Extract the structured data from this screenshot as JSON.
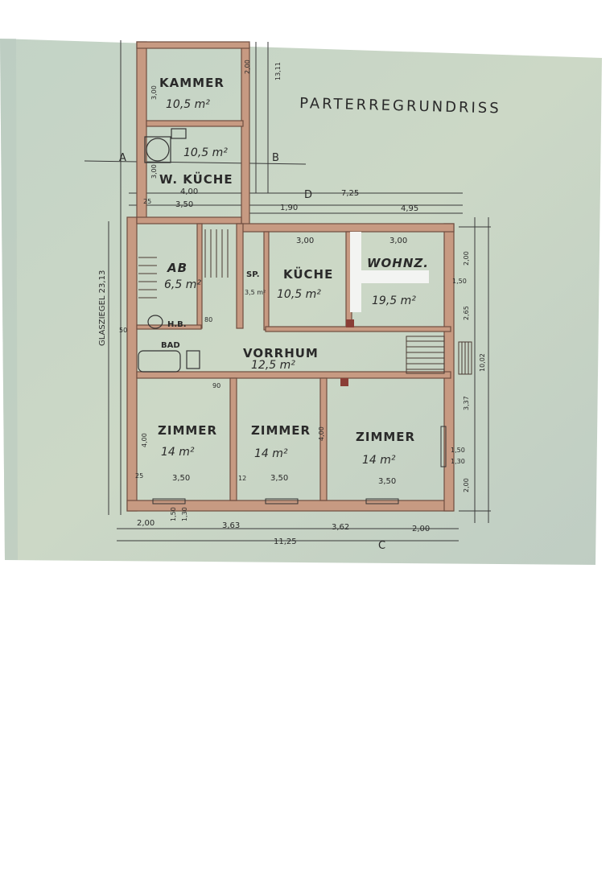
{
  "title": "PARTERREGRUNDRISS",
  "rooms": {
    "kammer": {
      "label": "KAMMER",
      "area": "10,5 m²"
    },
    "wkueche": {
      "label": "W. KÜCHE",
      "area": "10,5 m²"
    },
    "ab": {
      "label": "AB",
      "area": "6,5 m²"
    },
    "hab": {
      "label": "H.B."
    },
    "bad": {
      "label": "BAD"
    },
    "sp": {
      "label": "SP.",
      "area": "3,5 m²"
    },
    "kueche": {
      "label": "KÜCHE",
      "area": "10,5 m²"
    },
    "wohnz": {
      "label": "WOHNZ.",
      "area": "19,5 m²"
    },
    "vorraum": {
      "label": "VORRHUM",
      "area": "12,5 m²"
    },
    "zimmer1": {
      "label": "ZIMMER",
      "area": "14 m²"
    },
    "zimmer2": {
      "label": "ZIMMER",
      "area": "14 m²"
    },
    "zimmer3": {
      "label": "ZIMMER",
      "area": "14 m²"
    }
  },
  "markers": {
    "a": "A",
    "b": "B",
    "c": "C",
    "d": "D"
  },
  "side_label": "GLASZIEGEL 23,13",
  "dims": {
    "top_725": "7,25",
    "top_400": "4,00",
    "top_350": "3,50",
    "top_495": "4,95",
    "top_190": "1,90",
    "top_300a": "3,00",
    "top_300b": "3,00",
    "top_25": "25",
    "kammer_300": "3,00",
    "wk_300": "3,00",
    "right_200": "2,00",
    "right_265": "2,65",
    "right_150": "1,50",
    "right_337": "3,37",
    "right_1002": "10,02",
    "right_150b": "1,50",
    "right_130": "1,30",
    "right_200b": "2,00",
    "room_400a": "4,00",
    "room_400b": "4,00",
    "room_350a": "3,50",
    "room_350b": "3,50",
    "room_350c": "3,50",
    "bot_200a": "2,00",
    "bot_363": "3,63",
    "bot_362": "3,62",
    "bot_200b": "2,00",
    "bot_1125": "11,25",
    "bot_150": "1,50",
    "bot_130": "1,30",
    "col_200": "2,00",
    "col_1311": "13,11",
    "small_25": "25",
    "small_12": "12",
    "small_90": "90",
    "small_80": "80",
    "small_50": "50"
  },
  "colors": {
    "paper": "#c9d6c4",
    "wall_fill": "#c79a82",
    "wall_line": "#6f4d3f",
    "ink": "#2a2a2a",
    "background": "#ffffff"
  }
}
